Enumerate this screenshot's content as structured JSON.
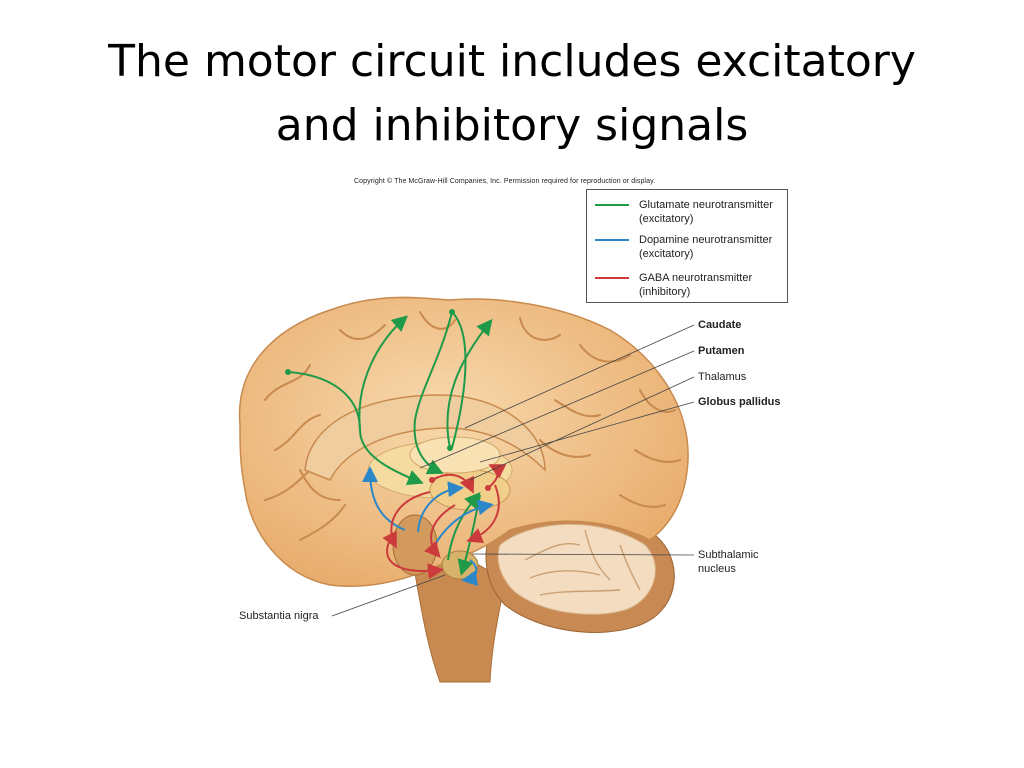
{
  "title": {
    "line1": "The motor circuit includes excitatory",
    "line2": "and inhibitory signals"
  },
  "copyright": "Copyright © The McGraw-Hill Companies, Inc. Permission required for reproduction or display.",
  "legend": [
    {
      "line1": "Glutamate neurotransmitter",
      "line2": "(excitatory)",
      "color": "#1f9a48"
    },
    {
      "line1": "Dopamine neurotransmitter",
      "line2": "(excitatory)",
      "color": "#2b87c8"
    },
    {
      "line1": "GABA neurotransmitter",
      "line2": "(inhibitory)",
      "color": "#cc3b3b"
    }
  ],
  "labels": {
    "caudate": "Caudate",
    "putamen": "Putamen",
    "thalamus": "Thalamus",
    "globus_pallidus": "Globus pallidus",
    "subthalamic_line1": "Subthalamic",
    "subthalamic_line2": "nucleus",
    "substantia_nigra": "Substantia nigra"
  },
  "colors": {
    "brain": "#f0c48e",
    "brain_fold": "#c88a4e",
    "brainstem": "#c98a52",
    "cerebellum": "#f3dcc0",
    "nuclei": "#f5dba0",
    "leader_line": "#444444"
  }
}
